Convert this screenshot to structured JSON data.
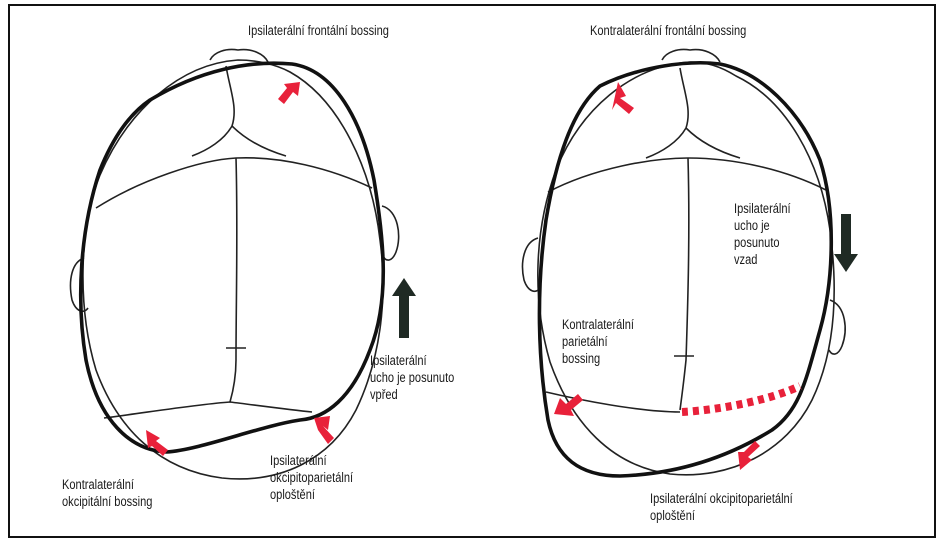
{
  "left_diagram": {
    "top_label": "Ipsilaterální frontální bossing",
    "ear_label": "Ipsilaterální\nucho je posunuto\nvpřed",
    "bottom_left_label": "Kontralaterální\nokcipitální bossing",
    "bottom_right_label": "Ipsilaterální\nokcipitoparietální\noploštění"
  },
  "right_diagram": {
    "top_label": "Kontralaterální frontální bossing",
    "ear_label": "Ipsilaterální\nucho je\nposunuto\nvzad",
    "parietal_label": "Kontralaterální\nparietální\nbossing",
    "bottom_label": "Ipsilaterální okcipitoparietální\noploštění"
  },
  "colors": {
    "arrow_red": "#e8213a",
    "arrow_dark": "#1f2a24",
    "outline": "#111111"
  }
}
